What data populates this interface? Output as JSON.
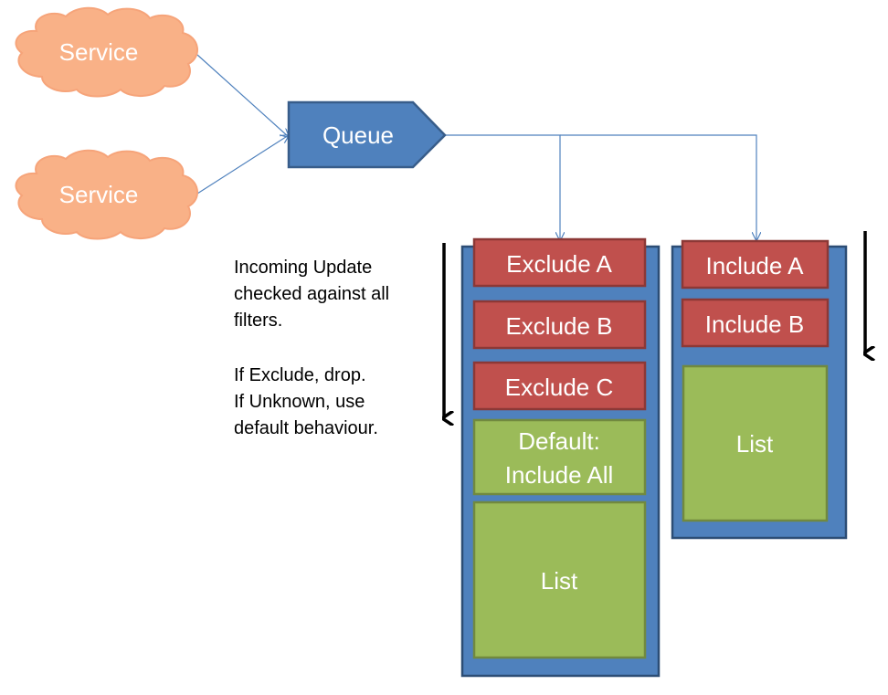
{
  "services": [
    {
      "label": "Service"
    },
    {
      "label": "Service"
    }
  ],
  "queue": {
    "label": "Queue"
  },
  "note": {
    "lines": [
      "Incoming Update",
      "checked against all",
      "filters.",
      "",
      "If Exclude, drop.",
      "If Unknown, use",
      "default behaviour."
    ]
  },
  "exclude_stack": {
    "filters": [
      "Exclude A",
      "Exclude B",
      "Exclude C"
    ],
    "default": [
      "Default:",
      "Include All"
    ],
    "list": "List"
  },
  "include_stack": {
    "filters": [
      "Include A",
      "Include B"
    ],
    "list": "List"
  },
  "colors": {
    "cloud_fill": "#F9B187",
    "cloud_stroke": "#F6A47A",
    "queue_fill": "#4F81BD",
    "queue_stroke": "#385D8A",
    "panel_fill": "#4F81BD",
    "panel_stroke": "#2C4D75",
    "filter_fill": "#C0504D",
    "filter_stroke": "#8C3836",
    "green_fill": "#9BBB59",
    "green_stroke": "#71893F",
    "connector": "#4F81BD",
    "arrow": "#000000"
  }
}
